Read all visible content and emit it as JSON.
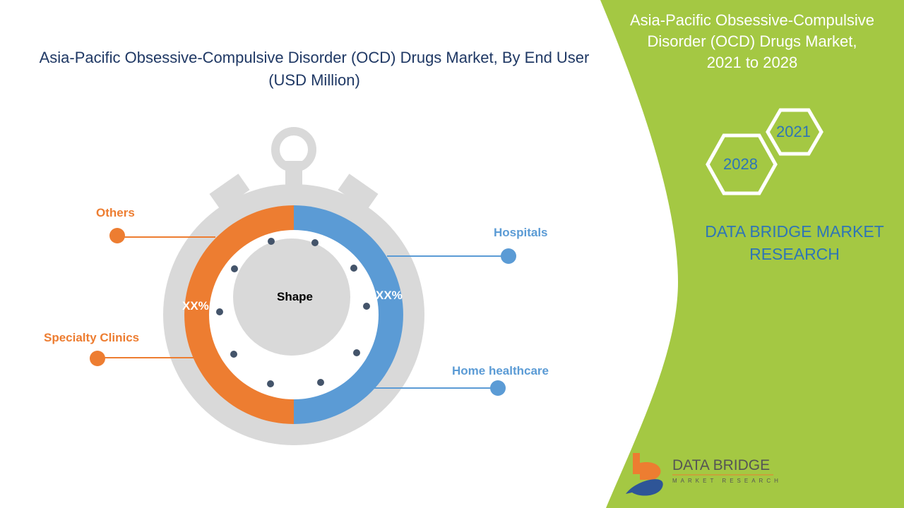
{
  "title": {
    "line1": "Asia-Pacific Obsessive-Compulsive Disorder (OCD) Drugs Market, By End User",
    "line2": "(USD Million)"
  },
  "segments": [
    {
      "label": "Others",
      "color": "#ed7d31"
    },
    {
      "label": "Specialty Clinics",
      "color": "#ed7d31"
    },
    {
      "label": "Hospitals",
      "color": "#5b9bd5"
    },
    {
      "label": "Home healthcare",
      "color": "#5b9bd5"
    }
  ],
  "left_pct": "XX%",
  "right_pct": "XX%",
  "center_label": "Shape",
  "panel": {
    "title_line1": "Asia-Pacific Obsessive-Compulsive",
    "title_line2": "Disorder (OCD) Drugs Market,",
    "title_line3": "2021 to 2028",
    "year_a": "2021",
    "year_b": "2028",
    "brand_line1": "DATA BRIDGE MARKET",
    "brand_line2": "RESEARCH",
    "accent": "#a4c843"
  },
  "logo": {
    "name": "DATA BRIDGE",
    "tagline": "MARKET RESEARCH"
  }
}
